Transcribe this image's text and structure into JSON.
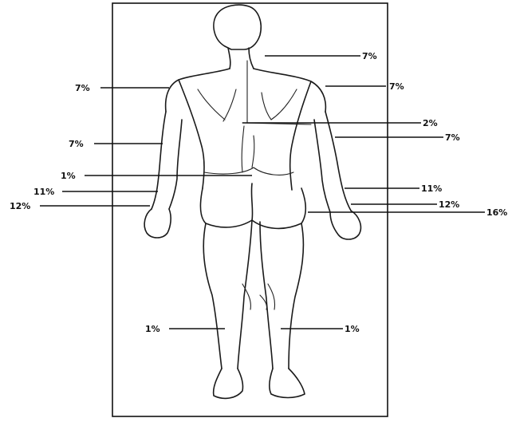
{
  "figure": {
    "border_color": "#111111",
    "line_color": "#1a1a1a",
    "background": "#ffffff"
  },
  "labels": [
    {
      "id": "neck",
      "text": "7%"
    },
    {
      "id": "left-shoulder",
      "text": "7%"
    },
    {
      "id": "right-shoulder",
      "text": "7%"
    },
    {
      "id": "mid-back",
      "text": "2%"
    },
    {
      "id": "right-upper-arm",
      "text": "7%"
    },
    {
      "id": "left-upper-arm",
      "text": "7%"
    },
    {
      "id": "lower-back",
      "text": "1%"
    },
    {
      "id": "left-wrist",
      "text": "11%"
    },
    {
      "id": "right-wrist",
      "text": "11%"
    },
    {
      "id": "left-hand",
      "text": "12%"
    },
    {
      "id": "right-hand",
      "text": "12%"
    },
    {
      "id": "right-hip",
      "text": "16%"
    },
    {
      "id": "left-calf",
      "text": "1%"
    },
    {
      "id": "right-calf",
      "text": "1%"
    }
  ]
}
